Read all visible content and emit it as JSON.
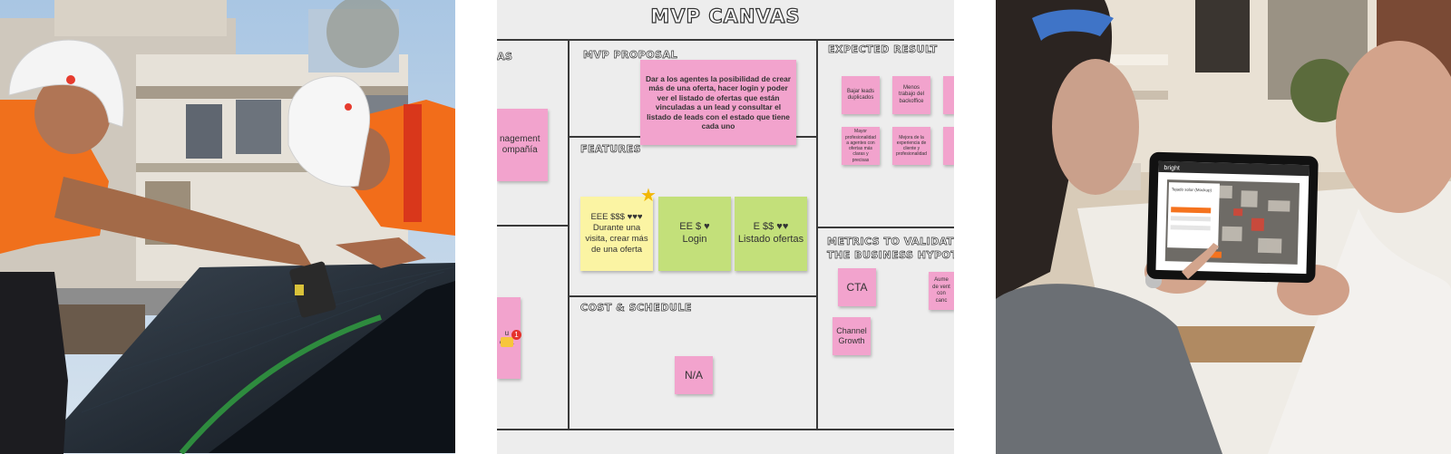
{
  "canvas": {
    "title": "MVP CANVAS",
    "sections": {
      "proposal": "MVP PROPOSAL",
      "expected": "EXPECTED RESULT",
      "features": "FEATURES",
      "metrics_line1": "METRICS TO VALIDATE",
      "metrics_line2": "THE BUSINESS HYPOTH",
      "cost": "COST & SCHEDULE",
      "left_partial": "AS"
    },
    "notes": {
      "proposal": "Dar a los agentes la posibilidad de crear más de una oferta, hacer login y poder ver el listado de ofertas que están vinculadas a un lead y consultar el listado de leads con el estado que tiene cada uno",
      "left_top": "nagement\nompañía",
      "left_bottom": "u\nenta",
      "feature1": "EEE $$$ ♥♥♥\nDurante una visita, crear más de una oferta",
      "feature2": "EE $ ♥\nLogin",
      "feature3": "E $$ ♥♥\nListado ofertas",
      "expected1": "Bajar leads duplicados",
      "expected2": "Menos trabajo del backoffice",
      "expected3": "Mayor profesionalidad a agentes con ofertas más claras y precisas",
      "expected4": "Mejora de la experiencia de cliente y profesionalidad",
      "metric1": "CTA",
      "metric2": "Channel Growth",
      "metric3": "Aume\nde vent\ncon canc",
      "cost": "N/A",
      "comment_badge": "1"
    }
  },
  "photos": {
    "left": "workers-installing-solar-panels",
    "right": "people-using-tablet-app"
  },
  "tablet": {
    "brand": "bright",
    "screen_title": "Tejado solar (Mockup)"
  },
  "colors": {
    "pink_note": "#f2a3cd",
    "yellow_note": "#fbf4a3",
    "green_note": "#c3e07a",
    "safety_orange": "#f5731e"
  }
}
